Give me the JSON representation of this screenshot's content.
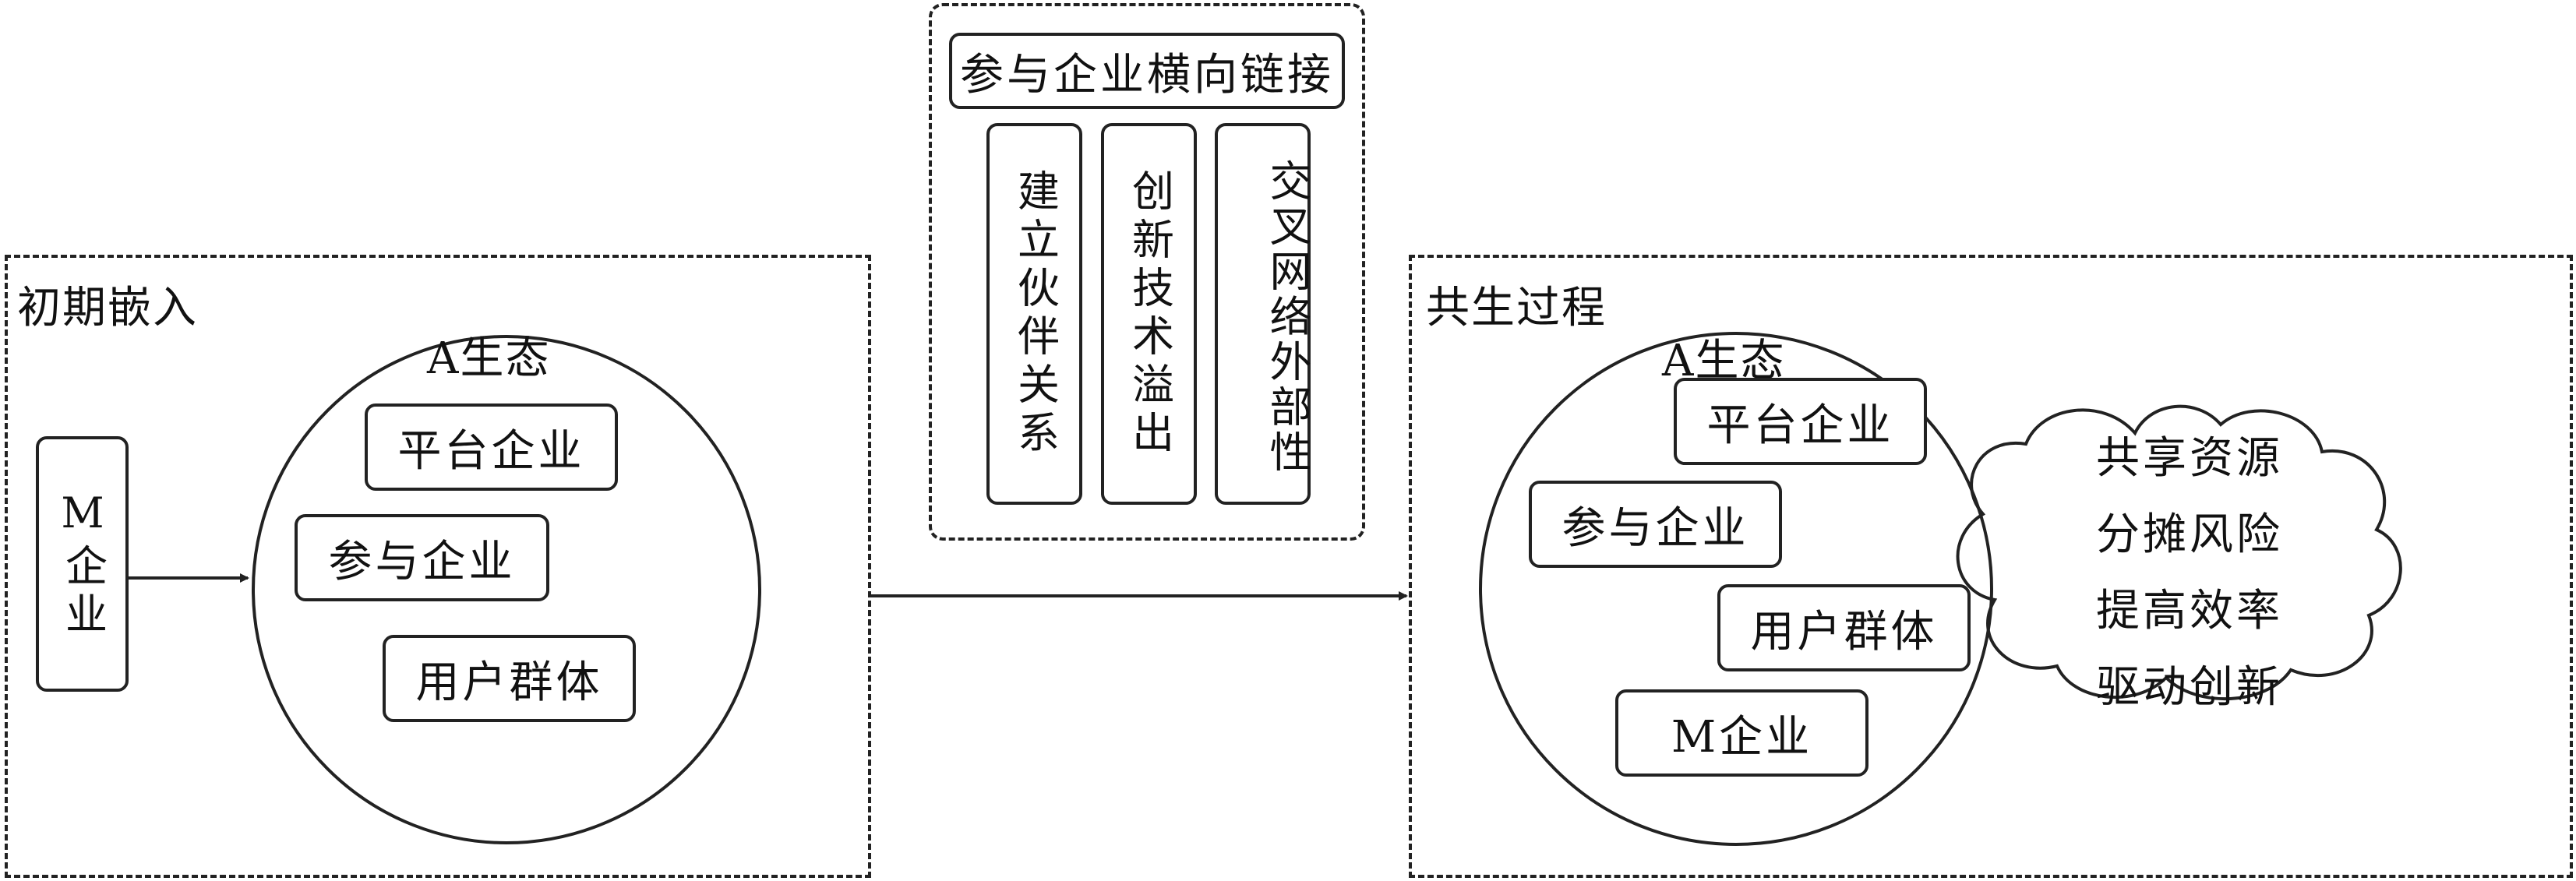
{
  "left_panel": {
    "title": "初期嵌入",
    "m_company": "M企业",
    "ecosystem_label": "A生态",
    "members": [
      "平台企业",
      "参与企业",
      "用户群体"
    ]
  },
  "middle_panel": {
    "header": "参与企业横向链接",
    "columns": [
      "建立伙伴关系",
      "创新技术溢出",
      "交叉网络外部性"
    ]
  },
  "right_panel": {
    "title": "共生过程",
    "ecosystem_label": "A生态",
    "members": [
      "平台企业",
      "参与企业",
      "用户群体",
      "M企业"
    ],
    "cloud_lines": [
      "共享资源",
      "分摊风险",
      "提高效率",
      "驱动创新"
    ]
  }
}
